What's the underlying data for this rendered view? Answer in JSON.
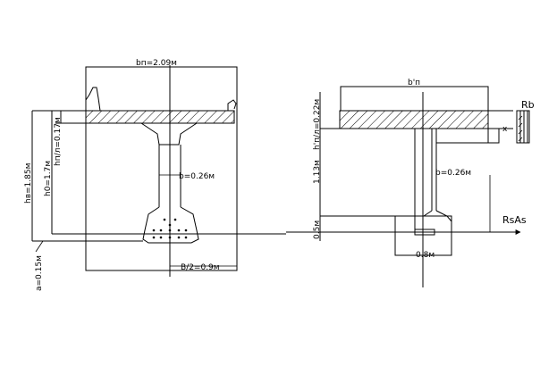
{
  "left_section": {
    "labels": {
      "bp": "bп=2.09м",
      "b_web": "b=0.26м",
      "half_span": "B/2=0.9м",
      "h_total": "hв=1.85м",
      "h0": "h0=1.7м",
      "hp_flange": "hп/л=0.17м",
      "a": "a=0.15м"
    }
  },
  "right_section": {
    "labels": {
      "bp": "b'п",
      "hp_flange": "h'п/л=0.22м",
      "h_mid": "1.13м",
      "b_web": "b=0.26м",
      "h_bottom": "0.5м",
      "b_bottom": "0.8м",
      "Rb": "Rb",
      "RsAs": "RsAs",
      "x": "x"
    }
  }
}
